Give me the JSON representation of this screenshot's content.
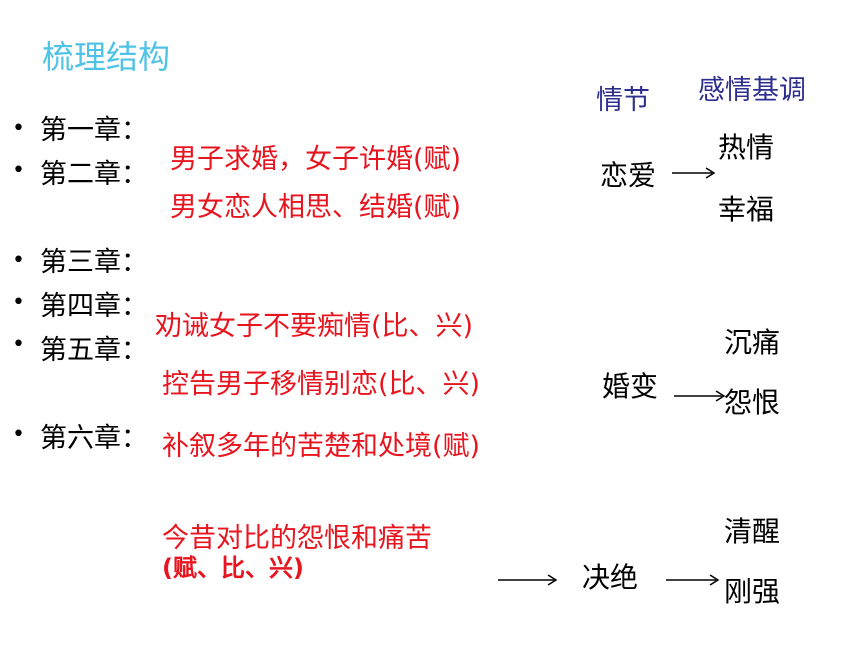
{
  "title": "梳理结构",
  "headers": {
    "plot": "情节",
    "tone": "感情基调"
  },
  "chapters": [
    "第一章：",
    "第二章：",
    "第三章：",
    "第四章：",
    "第五章：",
    "第六章："
  ],
  "content": {
    "c1": "男子求婚，女子许婚(赋)",
    "c2": "男女恋人相思、结婚(赋)",
    "c3": "劝诫女子不要痴情(比、兴)",
    "c4": "控告男子移情别恋(比、兴)",
    "c5": "补叙多年的苦楚和处境(赋)",
    "c6a": "今昔对比的怨恨和痛苦",
    "c6b": "(赋、比、兴)"
  },
  "plot": {
    "p1": "恋爱",
    "p2": "婚变",
    "p3": "决绝"
  },
  "tone": {
    "t1": "热情",
    "t2": "幸福",
    "t3": "沉痛",
    "t4": "怨恨",
    "t5": "清醒",
    "t6": "刚强"
  }
}
